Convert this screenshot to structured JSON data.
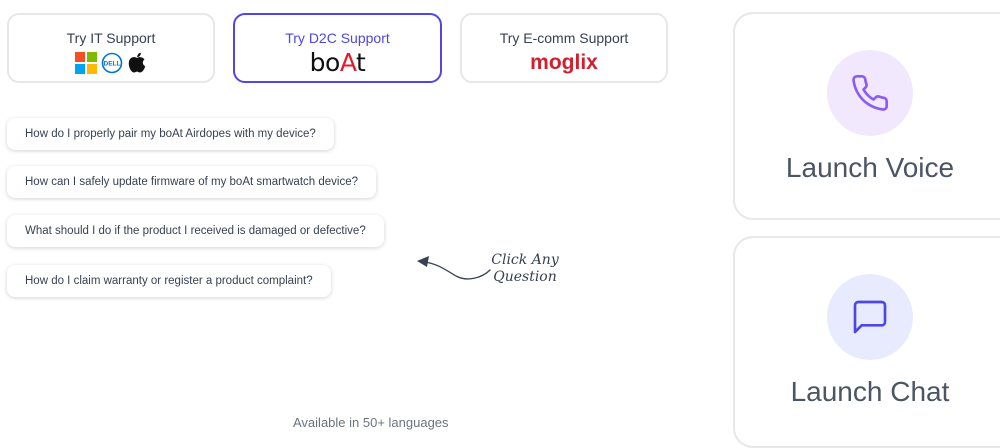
{
  "tabs": [
    {
      "label": "Try IT Support",
      "active": false
    },
    {
      "label": "Try D2C Support",
      "active": true
    },
    {
      "label": "Try E-comm Support",
      "active": false
    }
  ],
  "logos": {
    "it": [
      "microsoft-icon",
      "dell-icon",
      "apple-icon"
    ],
    "dell_text": "DELL",
    "boat_prefix": "bo",
    "boat_A": "A",
    "boat_suffix": "t",
    "moglix": "moglix"
  },
  "questions": [
    "How do I properly pair my boAt Airdopes with my device?",
    "How can I safely update firmware of my boAt smartwatch device?",
    "What should I do if the product I received is damaged or defective?",
    "How do I claim warranty or register a product complaint?"
  ],
  "hint": {
    "line1": "Click Any",
    "line2": "Question"
  },
  "footnote": "Available in 50+ languages",
  "actions": {
    "voice": "Launch Voice",
    "chat": "Launch Chat"
  },
  "colors": {
    "accent": "#4f46e5",
    "voice_bg": "#f1e8fd",
    "chat_bg": "#e8ebfd",
    "icon_voice": "#8b5cf6",
    "icon_chat": "#4f46e5"
  }
}
